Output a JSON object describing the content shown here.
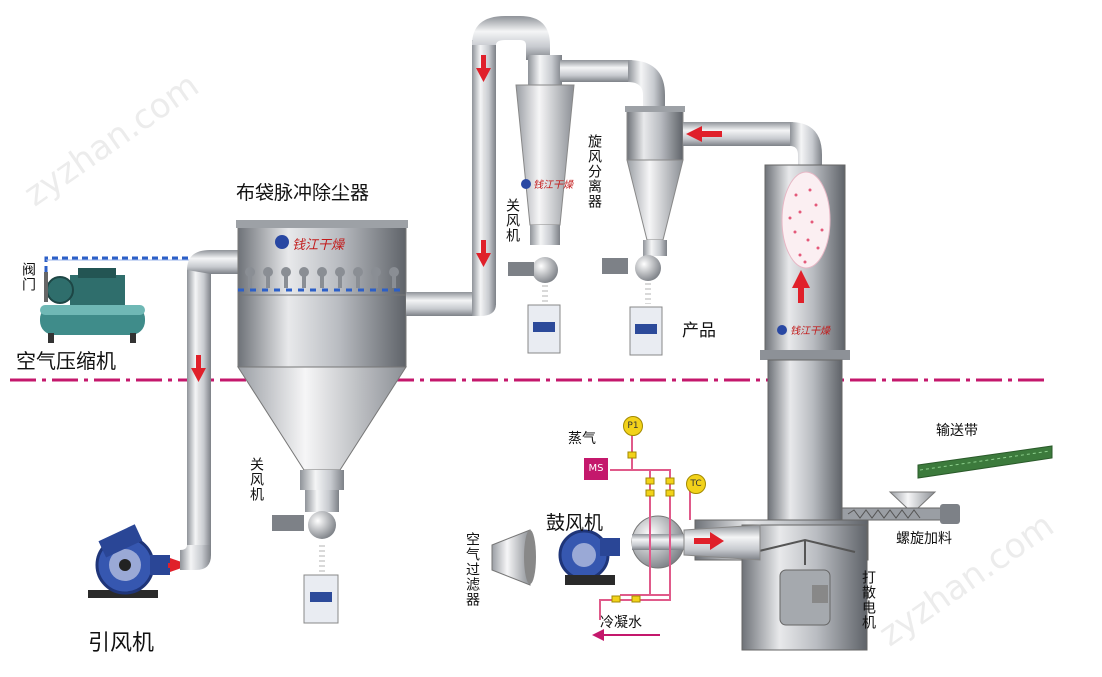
{
  "labels": {
    "bag_filter": "布袋脉冲除尘器",
    "valve": "阀门",
    "air_compressor": "空气压缩机",
    "airlock_left": "关风机",
    "airlock_mid": "关风机",
    "induced_fan": "引风机",
    "cyclone": "旋风分离器",
    "product": "产品",
    "steam": "蒸气",
    "blower": "鼓风机",
    "air_filter": "空气过滤器",
    "condensate": "冷凝水",
    "conveyor": "输送带",
    "screw_feeder": "螺旋加料",
    "disperser_motor": "打散电机"
  },
  "instruments": {
    "p1": "P1",
    "ms": "MS",
    "tc": "TC"
  },
  "logo": "钱江干燥",
  "watermark": "zyzhan.com",
  "colors": {
    "pipe": "#c9ccd0",
    "arrow": "#e0202a",
    "divider": "#c4186c",
    "steam_line": "#e05a8a",
    "valve_yellow": "#f2d21a",
    "ms_box": "#c4186c",
    "conveyor_green": "#3c7a3c"
  }
}
